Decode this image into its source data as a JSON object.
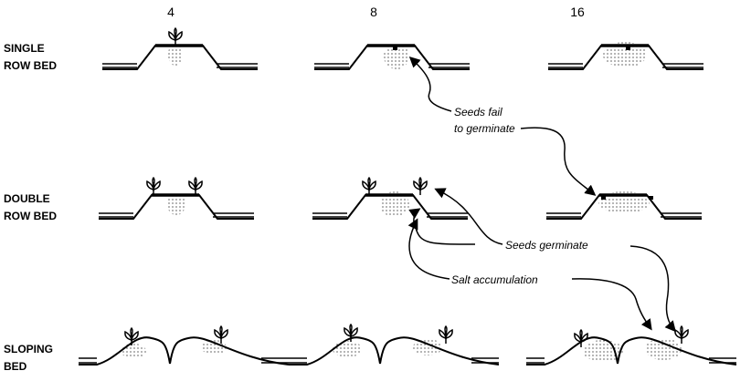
{
  "columns": [
    "4",
    "8",
    "16"
  ],
  "rows": [
    {
      "line1": "SINGLE",
      "line2": "ROW BED"
    },
    {
      "line1": "DOUBLE",
      "line2": "ROW BED"
    },
    {
      "line1": "SLOPING",
      "line2": "BED"
    }
  ],
  "annotations": {
    "seeds_fail_1": "Seeds fail",
    "seeds_fail_2": "to germinate",
    "seeds_germinate": "Seeds germinate",
    "salt_accumulation": "Salt accumulation"
  }
}
